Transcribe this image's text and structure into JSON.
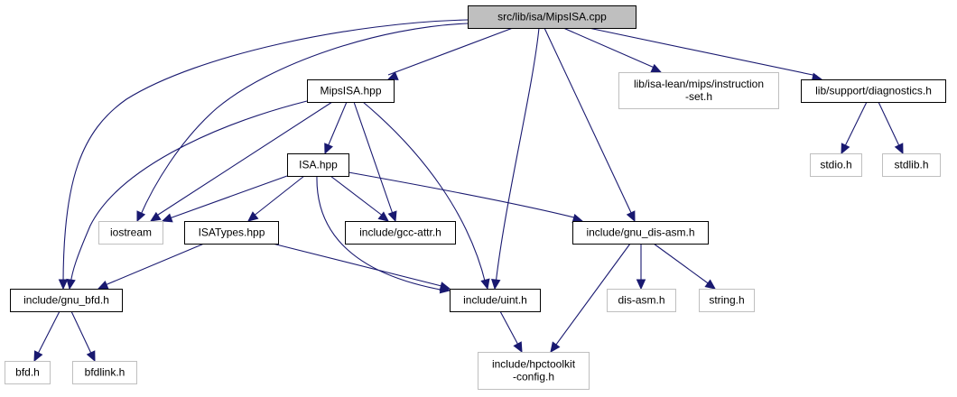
{
  "graph": {
    "title": "Include dependency graph for src/lib/isa/MipsISA.cpp",
    "colors": {
      "edge": "#191970",
      "root_fill": "#bfbfbf",
      "documented_border": "#000000",
      "external_border": "#bfbfbf"
    },
    "nodes": [
      {
        "id": "mipsisa_cpp",
        "label": [
          "src/lib/isa/MipsISA.cpp"
        ],
        "kind": "root"
      },
      {
        "id": "mipsisa_hpp",
        "label": [
          "MipsISA.hpp"
        ],
        "kind": "documented"
      },
      {
        "id": "instruction_set_h",
        "label": [
          "lib/isa-lean/mips/instruction",
          "-set.h"
        ],
        "kind": "external"
      },
      {
        "id": "diagnostics_h",
        "label": [
          "lib/support/diagnostics.h"
        ],
        "kind": "documented"
      },
      {
        "id": "isa_hpp",
        "label": [
          "ISA.hpp"
        ],
        "kind": "documented"
      },
      {
        "id": "stdio_h",
        "label": [
          "stdio.h"
        ],
        "kind": "external"
      },
      {
        "id": "stdlib_h",
        "label": [
          "stdlib.h"
        ],
        "kind": "external"
      },
      {
        "id": "iostream",
        "label": [
          "iostream"
        ],
        "kind": "external"
      },
      {
        "id": "isatypes_hpp",
        "label": [
          "ISATypes.hpp"
        ],
        "kind": "documented"
      },
      {
        "id": "gcc_attr_h",
        "label": [
          "include/gcc-attr.h"
        ],
        "kind": "documented"
      },
      {
        "id": "gnu_dis_asm_h",
        "label": [
          "include/gnu_dis-asm.h"
        ],
        "kind": "documented"
      },
      {
        "id": "gnu_bfd_h",
        "label": [
          "include/gnu_bfd.h"
        ],
        "kind": "documented"
      },
      {
        "id": "uint_h",
        "label": [
          "include/uint.h"
        ],
        "kind": "documented"
      },
      {
        "id": "dis_asm_h",
        "label": [
          "dis-asm.h"
        ],
        "kind": "external"
      },
      {
        "id": "string_h",
        "label": [
          "string.h"
        ],
        "kind": "external"
      },
      {
        "id": "bfd_h",
        "label": [
          "bfd.h"
        ],
        "kind": "external"
      },
      {
        "id": "bfdlink_h",
        "label": [
          "bfdlink.h"
        ],
        "kind": "external"
      },
      {
        "id": "hpctoolkit_config_h",
        "label": [
          "include/hpctoolkit",
          "-config.h"
        ],
        "kind": "external"
      }
    ],
    "edges": [
      {
        "from": "mipsisa_cpp",
        "to": "mipsisa_hpp"
      },
      {
        "from": "mipsisa_cpp",
        "to": "iostream"
      },
      {
        "from": "mipsisa_cpp",
        "to": "gnu_bfd_h"
      },
      {
        "from": "mipsisa_cpp",
        "to": "uint_h"
      },
      {
        "from": "mipsisa_cpp",
        "to": "gnu_dis_asm_h"
      },
      {
        "from": "mipsisa_cpp",
        "to": "instruction_set_h"
      },
      {
        "from": "mipsisa_cpp",
        "to": "diagnostics_h"
      },
      {
        "from": "mipsisa_hpp",
        "to": "isa_hpp"
      },
      {
        "from": "mipsisa_hpp",
        "to": "iostream"
      },
      {
        "from": "mipsisa_hpp",
        "to": "gnu_bfd_h"
      },
      {
        "from": "mipsisa_hpp",
        "to": "gcc_attr_h"
      },
      {
        "from": "mipsisa_hpp",
        "to": "uint_h"
      },
      {
        "from": "isa_hpp",
        "to": "iostream"
      },
      {
        "from": "isa_hpp",
        "to": "isatypes_hpp"
      },
      {
        "from": "isa_hpp",
        "to": "gcc_attr_h"
      },
      {
        "from": "isa_hpp",
        "to": "uint_h"
      },
      {
        "from": "isa_hpp",
        "to": "gnu_dis_asm_h"
      },
      {
        "from": "isatypes_hpp",
        "to": "gnu_bfd_h"
      },
      {
        "from": "isatypes_hpp",
        "to": "uint_h"
      },
      {
        "from": "gnu_bfd_h",
        "to": "bfd_h"
      },
      {
        "from": "gnu_bfd_h",
        "to": "bfdlink_h"
      },
      {
        "from": "uint_h",
        "to": "hpctoolkit_config_h"
      },
      {
        "from": "gnu_dis_asm_h",
        "to": "hpctoolkit_config_h"
      },
      {
        "from": "gnu_dis_asm_h",
        "to": "dis_asm_h"
      },
      {
        "from": "gnu_dis_asm_h",
        "to": "string_h"
      },
      {
        "from": "diagnostics_h",
        "to": "stdio_h"
      },
      {
        "from": "diagnostics_h",
        "to": "stdlib_h"
      }
    ]
  }
}
